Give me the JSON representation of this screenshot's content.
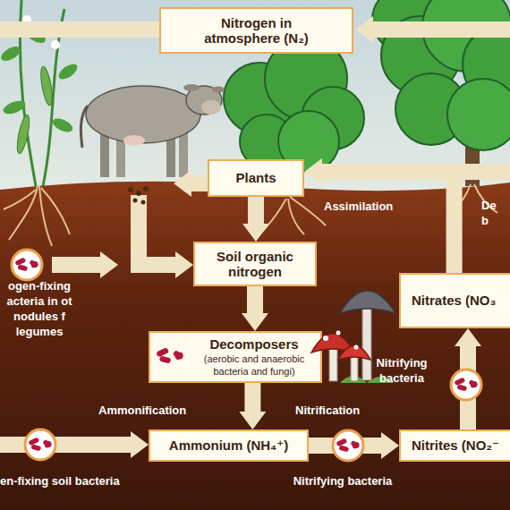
{
  "diagram": {
    "nodes": [
      {
        "text": [
          "Nitrogen in atmosphere (N₂)"
        ]
      },
      {
        "text": [
          "Plants"
        ]
      },
      {
        "text": [
          "Soil organic nitrogen"
        ]
      },
      {
        "text": [
          "Nitrates (NO₃"
        ]
      },
      {
        "text": [
          "Decomposers",
          "(aerobic and anaerobic bacteria and fungi)"
        ]
      },
      {
        "text": [
          "Ammonium (NH₄⁺)"
        ]
      },
      {
        "text": [
          "Nitrites (NO₂⁻"
        ]
      }
    ],
    "edges": [
      {
        "from": 1,
        "to": 2,
        "arrow": "to"
      },
      {
        "from": 3,
        "to": 1,
        "label": "Assimilation",
        "arrow": "to"
      },
      {
        "from": 2,
        "to": 4,
        "arrow": "to"
      },
      {
        "from": 4,
        "to": 5,
        "label": "Ammonification",
        "arrow": "to"
      },
      {
        "from": 5,
        "to": 6,
        "label": "Nitrification",
        "arrow": "to"
      },
      {
        "from": 6,
        "to": 3,
        "arrow": "to"
      }
    ],
    "labels": [
      "De b",
      "ogen-fixing acteria in ot nodules f legumes",
      "Nitrifying bacteria",
      "en-fixing soil bacteria",
      "Nitrifying bacteria"
    ]
  }
}
